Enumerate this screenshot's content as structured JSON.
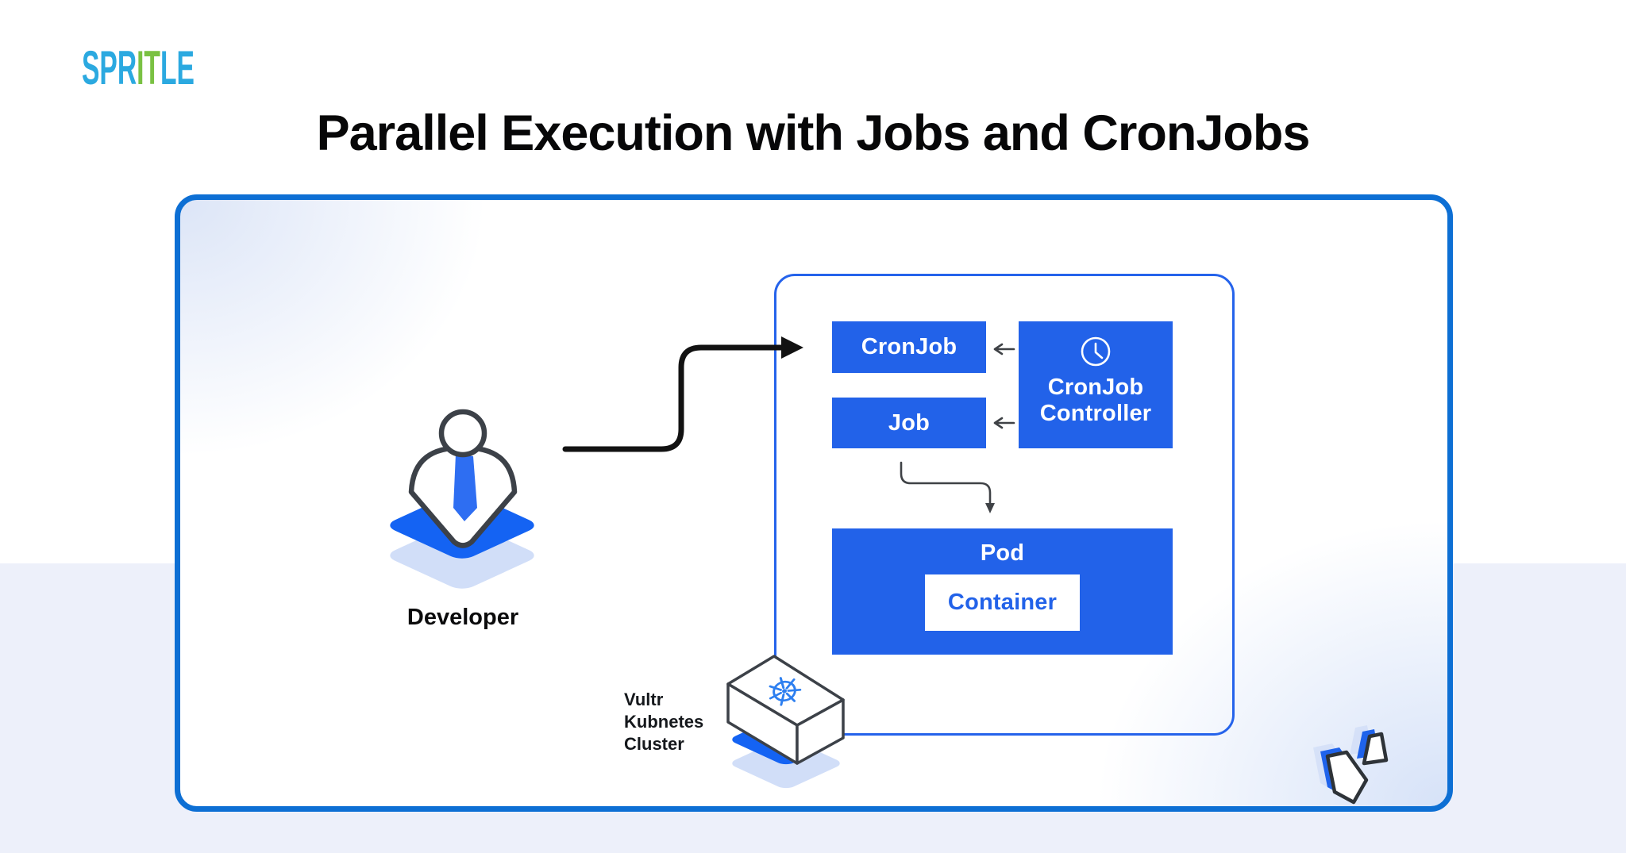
{
  "logo": {
    "segments": [
      {
        "text": "SPR",
        "color": "#2BA9E0"
      },
      {
        "text": "IT",
        "color": "#7AC143"
      },
      {
        "text": "LE",
        "color": "#2BA9E0"
      }
    ]
  },
  "title": "Parallel Execution with Jobs and CronJobs",
  "developer": {
    "label": "Developer"
  },
  "cluster": {
    "label_lines": [
      "Vultr",
      "Kubnetes",
      "Cluster"
    ]
  },
  "nodes": {
    "cronjob": {
      "label": "CronJob"
    },
    "job": {
      "label": "Job"
    },
    "controller": {
      "label_line1": "CronJob",
      "label_line2": "Controller",
      "icon": "clock-icon"
    },
    "pod": {
      "label": "Pod"
    },
    "container": {
      "label": "Container"
    }
  },
  "icons": [
    "clock-icon",
    "kubernetes-wheel-icon",
    "developer-person-icon",
    "vultr-logo-icon"
  ],
  "colors": {
    "node_blue": "#2262E9",
    "outer_border_blue": "#0D6FD4",
    "inner_border_blue": "#2563EB",
    "background_band": "#EDF0FA",
    "platform_blue": "#1463F3",
    "platform_light_blue": "#C9D8F7",
    "kubernetes_wheel_blue": "#2D7FF0",
    "arrow_black": "#121212",
    "arrow_gray": "#3F4246",
    "text_black": "#070708"
  }
}
